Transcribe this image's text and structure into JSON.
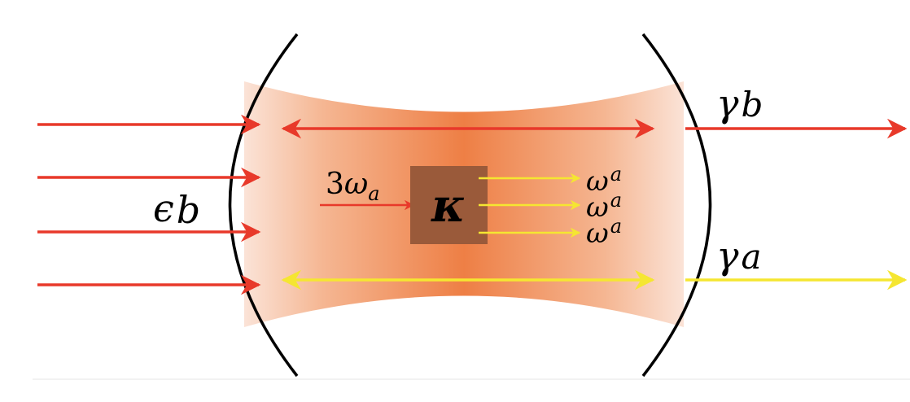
{
  "labels": {
    "epsilon_b": "ϵ",
    "epsilon_b_sub": "b",
    "three_omega_coef": "3",
    "three_omega_sym": "ω",
    "three_omega_sub": "a",
    "kappa": "κ",
    "omega_out": "ω",
    "omega_out_sub": "a",
    "gamma_b": "γ",
    "gamma_b_sub": "b",
    "gamma_a": "γ",
    "gamma_a_sub": "a"
  },
  "colors": {
    "pump_red": "#e8392a",
    "signal_yellow": "#f5e631",
    "cavity_center": "#ee8048",
    "cavity_edge": "#fbe2d6",
    "crystal": "#9a5a3a",
    "mirror": "#000000"
  }
}
